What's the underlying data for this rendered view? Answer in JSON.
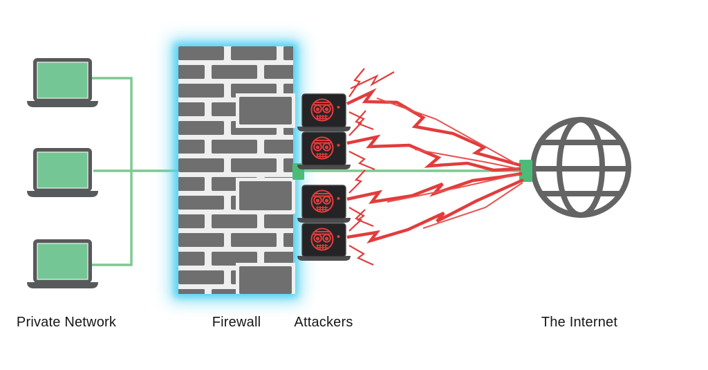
{
  "diagram": {
    "type": "network-security-illustration",
    "labels": {
      "private_network": "Private Network",
      "firewall": "Firewall",
      "attackers": "Attackers",
      "internet": "The Internet"
    },
    "nodes": {
      "private_network": {
        "device_count": 3,
        "icon": "laptop-icon",
        "screen_color": "#74c794"
      },
      "firewall": {
        "icon": "brick-wall-icon",
        "glow_color": "#55d1f1"
      },
      "attackers": {
        "device_count": 4,
        "icon": "skull-laptop-icon",
        "attack_style": "red-lightning-bolts"
      },
      "internet": {
        "icon": "globe-icon"
      }
    },
    "connections": {
      "private_to_firewall": "green-network-lines",
      "firewall_to_internet": "green-network-line",
      "attackers_to_internet": "red-lightning-bolts",
      "bolt_count_main": 4
    },
    "colors": {
      "bg": "#ffffff",
      "screen-green": "#74c794",
      "line-green": "#7cc98f",
      "connector-green": "#4cbb77",
      "laptop-gray": "#58595b",
      "brick": "#6f6f6f",
      "mortar": "#efefef",
      "glow": "#55d1f1",
      "attacker-dark": "#242426",
      "attacker-base": "#4c4c4e",
      "red": "#e23c3c",
      "red-light": "#e8514f",
      "globe": "#646464",
      "text": "#161616"
    }
  }
}
